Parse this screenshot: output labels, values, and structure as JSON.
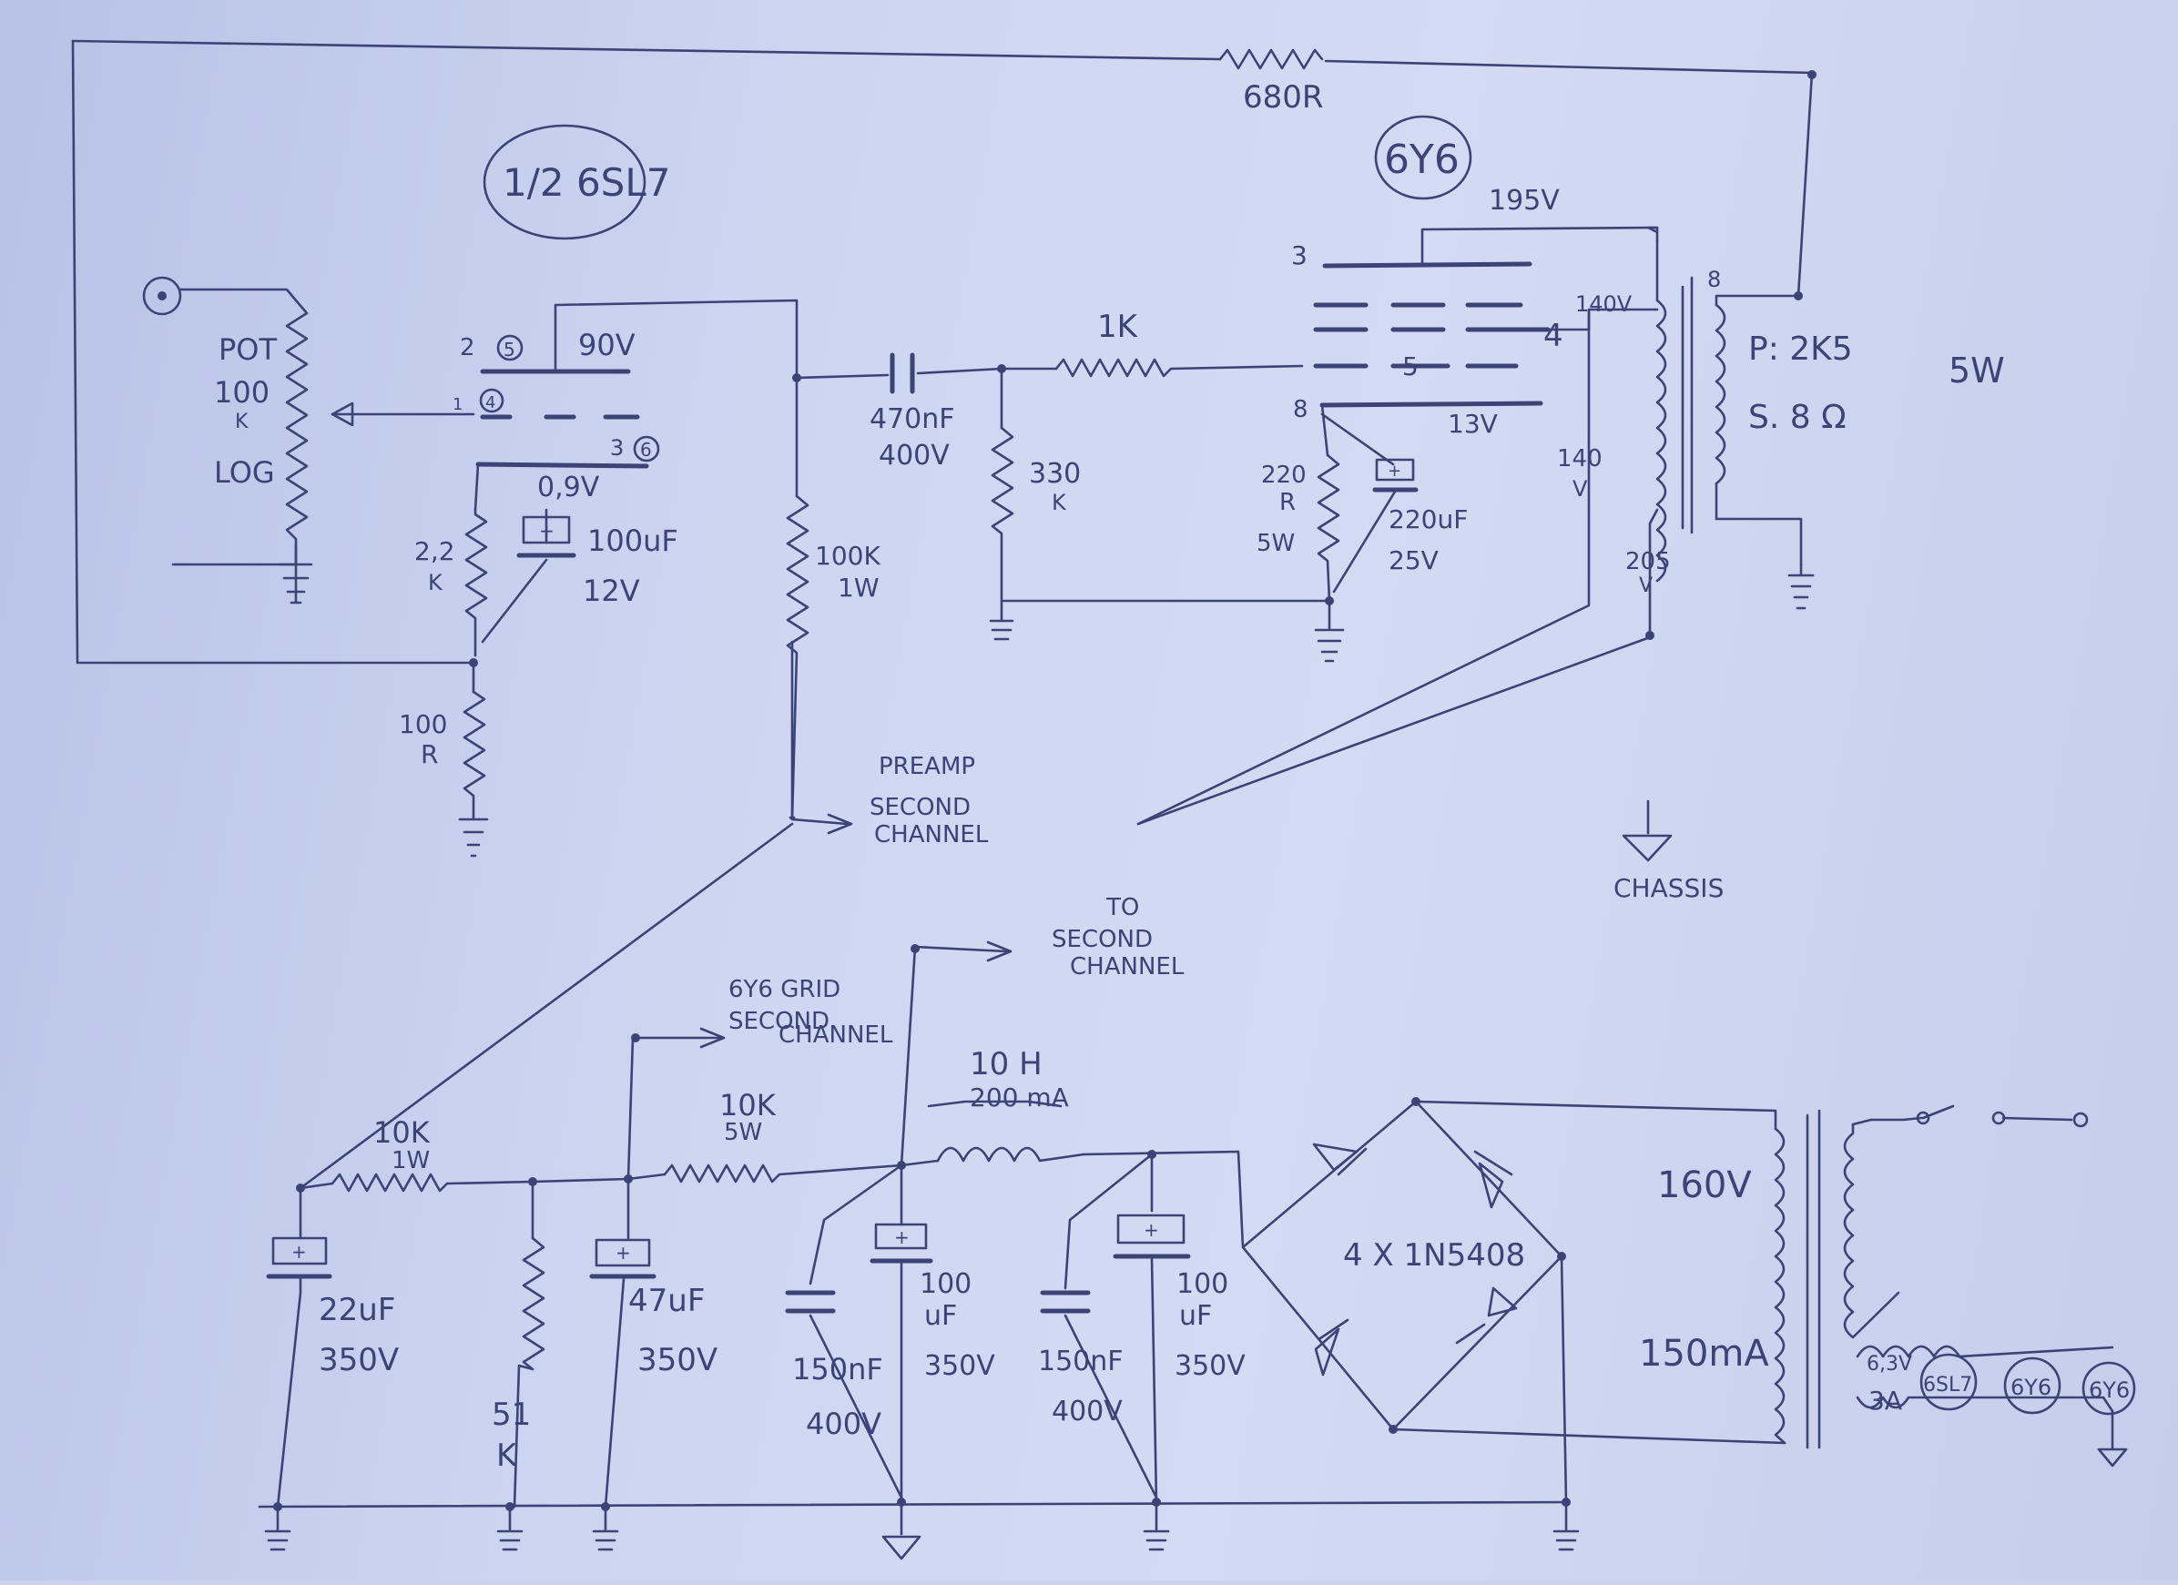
{
  "title_preamp": "1/2 6SL7",
  "title_power": "6Y6",
  "pot": {
    "line1": "POT",
    "line2": "100",
    "line3": "K",
    "line4": "LOG"
  },
  "feedback_resistor": "680R",
  "preamp": {
    "pin2": "2",
    "pin2_alt": "5",
    "pin1": "1",
    "pin1_alt": "4",
    "pin3": "3",
    "pin3_alt": "6",
    "plate_voltage": "90V",
    "cathode_voltage": "0,9V",
    "cathode_resistor": [
      "2,2",
      "K"
    ],
    "cathode_cap": [
      "100uF",
      "12V"
    ],
    "feedback_shunt": [
      "100",
      "R"
    ],
    "plate_resistor": [
      "100K",
      "1W"
    ]
  },
  "coupling_cap": [
    "470nF",
    "400V"
  ],
  "grid_stopper": "1K",
  "grid_leak": [
    "330",
    "K"
  ],
  "power_tube": {
    "pin3": "3",
    "pin8": "8",
    "pin5": "5",
    "pin4": "4",
    "screen_voltage": "195V",
    "plate_voltage": "140V",
    "cathode_voltage": "13V",
    "screen_wire_voltage": [
      "140",
      "V"
    ],
    "b_plus": [
      "205",
      "V"
    ],
    "cathode_resistor": [
      "220",
      "R",
      "5W"
    ],
    "cathode_cap": [
      "220uF",
      "25V"
    ]
  },
  "output_transformer": {
    "primary": "P: 2K5",
    "secondary": "S. 8 Ω",
    "power": "5W",
    "tap": "8"
  },
  "preamp_second": [
    "PREAMP",
    "SECOND",
    "CHANNEL"
  ],
  "chassis": "CHASSIS",
  "to_second": [
    "TO",
    "SECOND",
    "CHANNEL"
  ],
  "grid_second": [
    "6Y6 GRID",
    "SECOND",
    "CHANNEL"
  ],
  "choke": [
    "10 H",
    "200 mA"
  ],
  "supply": {
    "r1": [
      "10K",
      "1W"
    ],
    "r2": [
      "10K",
      "5W"
    ],
    "c1": [
      "22uF",
      "350V"
    ],
    "bleeder": [
      "51",
      "K"
    ],
    "c2": [
      "47uF",
      "350V"
    ],
    "c3": [
      "150nF",
      "400V"
    ],
    "c4": [
      "100",
      "uF",
      "350V"
    ],
    "c5": [
      "150nF",
      "400V"
    ],
    "c6": [
      "100",
      "uF",
      "350V"
    ]
  },
  "bridge": "4 X 1N5408",
  "power_transformer": {
    "hv": "160V",
    "current": "150mA",
    "heater": [
      "6,3V",
      "3A"
    ],
    "heater_tubes": [
      "6SL7",
      "6Y6",
      "6Y6"
    ]
  }
}
